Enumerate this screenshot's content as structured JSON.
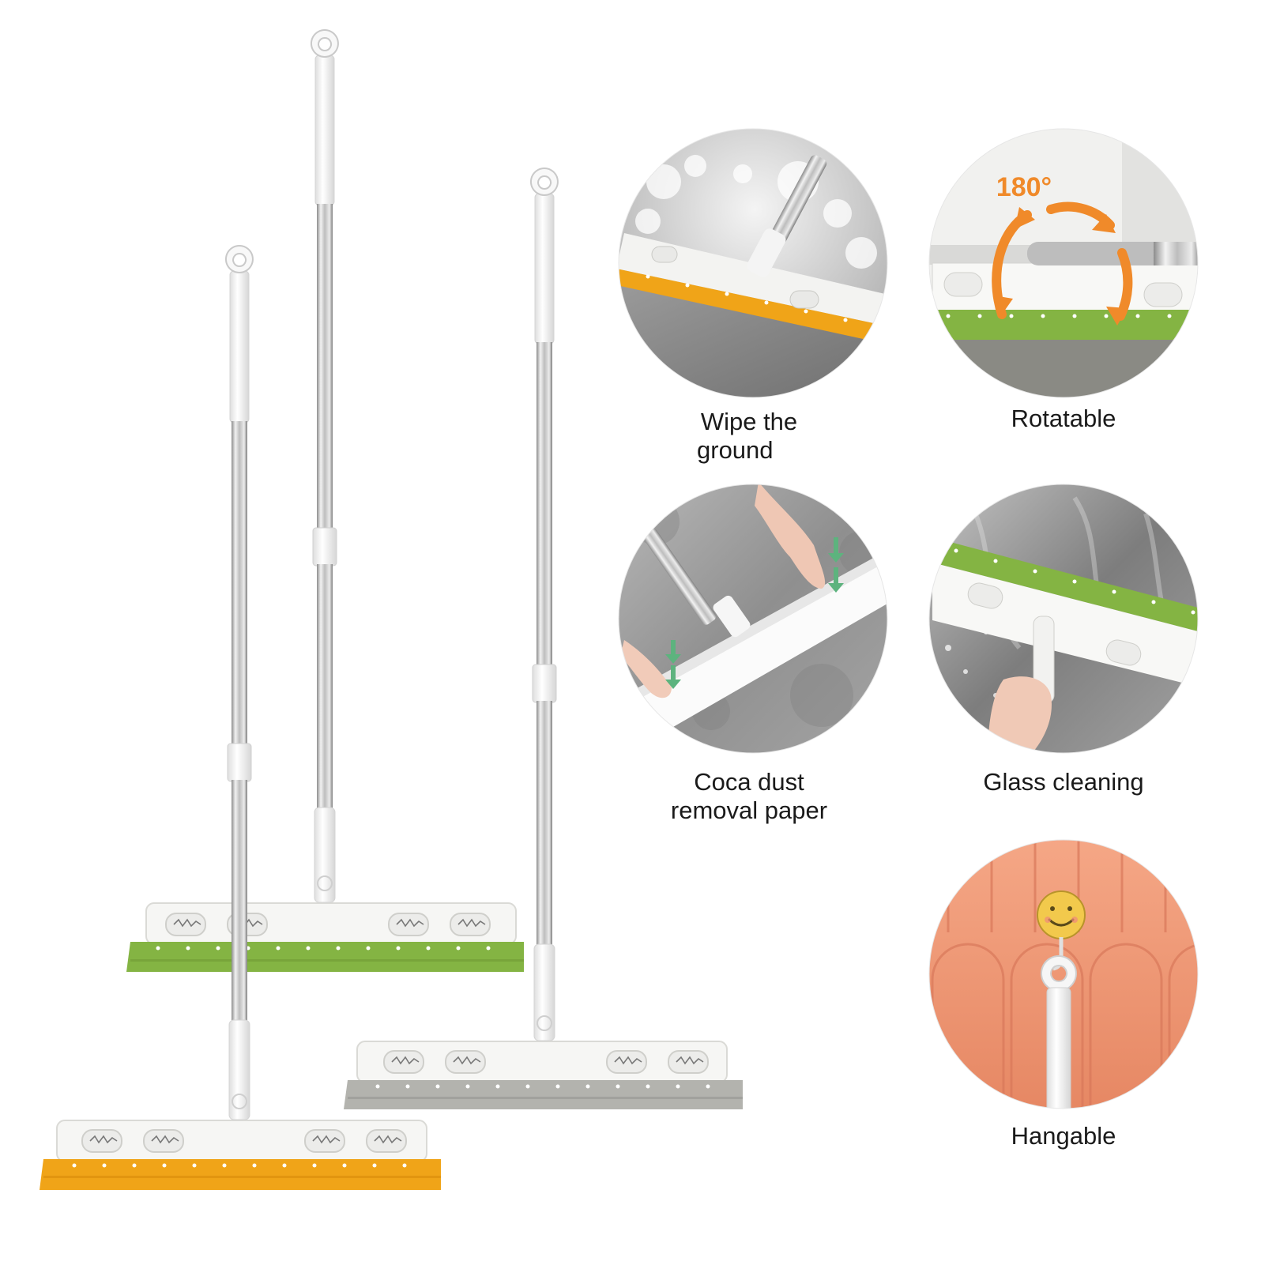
{
  "colors": {
    "orange": "#f0a418",
    "green": "#84b443",
    "gray": "#b3b3ae",
    "steel": "#c9c9c9",
    "handle_white": "#f7f7f5",
    "wall_coral": "#ef9a78"
  },
  "features": [
    {
      "id": "wipe",
      "caption_lines": [
        "Wipe the",
        "ground"
      ]
    },
    {
      "id": "rotate",
      "caption_lines": [
        "Rotatable"
      ],
      "badge": "180°"
    },
    {
      "id": "dust",
      "caption_lines": [
        "Coca dust",
        "removal paper"
      ]
    },
    {
      "id": "glass",
      "caption_lines": [
        "Glass cleaning"
      ]
    },
    {
      "id": "hang",
      "caption_lines": [
        "Hangable"
      ]
    }
  ]
}
